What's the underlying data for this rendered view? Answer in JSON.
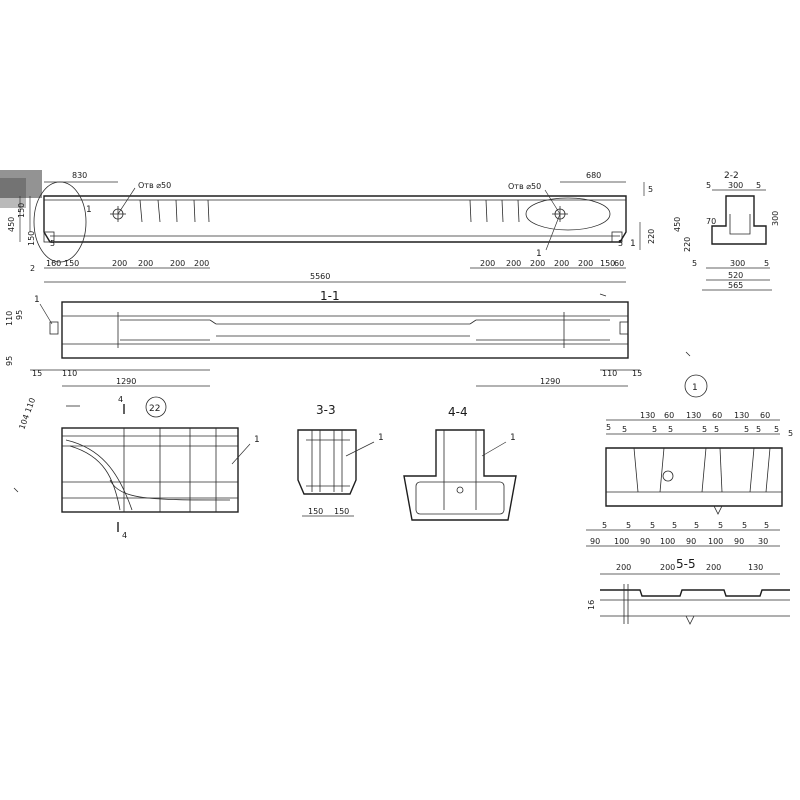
{
  "colors": {
    "ink": "#1e1e1e",
    "paper": "#ffffff",
    "smudge": "#3a3a3a"
  },
  "elevation": {
    "opening_left": "Отв ⌀50",
    "opening_right": "Отв ⌀50",
    "top_dim_left": "830",
    "top_dim_right": "680",
    "total_length": "5560",
    "height_left": "450",
    "height_upper": "150",
    "height_lower": "150",
    "height_right": "220",
    "end_dim_left": "5",
    "end_dim_right": "5",
    "marker_left": "2",
    "callout_left": "1",
    "callout_right": "1",
    "bottom_dims_left": [
      "160",
      "150",
      "200",
      "200",
      "200",
      "200"
    ],
    "bottom_dims_right": [
      "200",
      "200",
      "200",
      "200",
      "200",
      "150",
      "60"
    ]
  },
  "section_2_2": {
    "title": "2-2",
    "dims_top": [
      "5",
      "300",
      "5"
    ],
    "height": "450",
    "inner_height": "220",
    "inner_small": "70",
    "right_height": "300",
    "dims_bottom": [
      "5",
      "300",
      "5"
    ],
    "width_mid": "520",
    "width_total": "565"
  },
  "plan_1_1": {
    "title": "1-1",
    "callout": "1",
    "left_dims": [
      "110",
      "95",
      "95"
    ],
    "left_end": "15",
    "left_inner": "110",
    "left_length": "1290",
    "right_length": "1290",
    "right_inner": "110",
    "right_end": "15",
    "note": "104 110"
  },
  "detail_22": {
    "circle": "22",
    "cut_top": "4",
    "cut_bottom": "4",
    "callout": "1"
  },
  "section_3_3": {
    "title": "3-3",
    "callout": "1",
    "dims": [
      "150",
      "150"
    ]
  },
  "section_4_4": {
    "title": "4-4",
    "callout": "1"
  },
  "detail_1": {
    "circle": "1",
    "top_dims": [
      "130",
      "60",
      "130",
      "60",
      "130",
      "60"
    ],
    "top_small": [
      "5",
      "5",
      "5",
      "5",
      "5",
      "5",
      "5",
      "5"
    ],
    "left_small": "5",
    "right_small": "5",
    "bottom_small": [
      "5",
      "5",
      "5",
      "5",
      "5",
      "5",
      "5",
      "5"
    ],
    "bottom_dims": [
      "90",
      "100",
      "90",
      "100",
      "90",
      "100",
      "90",
      "30"
    ]
  },
  "section_5_5": {
    "title": "5-5",
    "dims": [
      "200",
      "200",
      "200",
      "130"
    ],
    "left_dim": "16"
  }
}
